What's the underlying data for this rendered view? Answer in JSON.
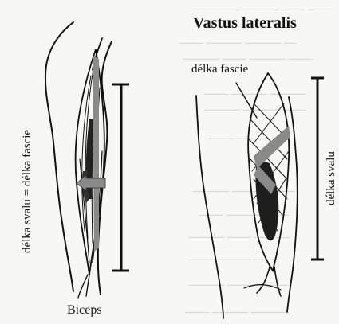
{
  "title": "Vastus lateralis",
  "labels": {
    "fascia_length": "délka fascie",
    "biceps": "Biceps",
    "left_axis": "délka svalu = délka fascie",
    "right_axis": "délka svalu"
  },
  "colors": {
    "ink": "#111111",
    "grey_fill": "#8a8a8a",
    "background": "#f7f7f5",
    "bleed_text": "#c9c9c9"
  }
}
